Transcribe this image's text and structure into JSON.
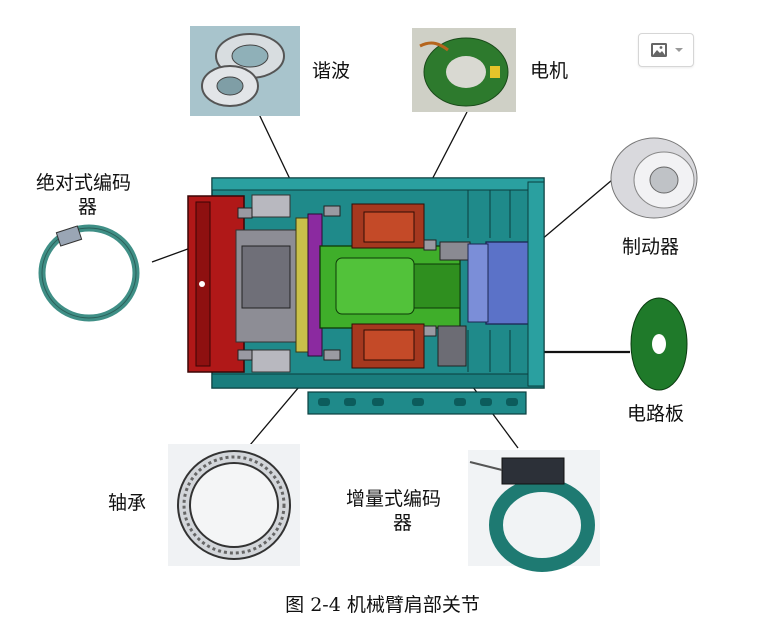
{
  "labels": {
    "harmonic": "谐波",
    "motor": "电机",
    "absolute_encoder_line1": "绝对式编码",
    "absolute_encoder_line2": "器",
    "brake": "制动器",
    "circuit_board": "电路板",
    "bearing": "轴承",
    "incremental_encoder_line1": "增量式编码",
    "incremental_encoder_line2": "器"
  },
  "caption": "图 2-4 机械臂肩部关节",
  "toolbar": {
    "image_menu_icon": "image-icon",
    "dropdown_icon": "chevron-down-icon"
  }
}
